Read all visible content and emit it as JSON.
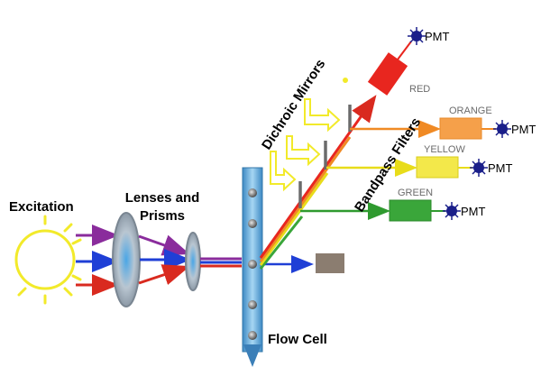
{
  "labels": {
    "excitation": "Excitation",
    "lenses_line1": "Lenses and",
    "lenses_line2": "Prisms",
    "flow_cell": "Flow Cell",
    "dichroic_mirrors": "Dichroic Mirrors",
    "bandpass_filters": "Bandpass Filters"
  },
  "channels": [
    {
      "name": "RED",
      "detector": "PMT",
      "color": "#e8261f"
    },
    {
      "name": "ORANGE",
      "detector": "PMT",
      "color": "#f5a04a"
    },
    {
      "name": "YELLOW",
      "detector": "PMT",
      "color": "#f3e84a"
    },
    {
      "name": "GREEN",
      "detector": "PMT",
      "color": "#3aa63a"
    }
  ],
  "colors": {
    "sun": "#f2ea2a",
    "beam_purple": "#8a2c9c",
    "beam_blue": "#1f3fd6",
    "beam_red": "#d92a1f",
    "flow_cell": "#6ab3e0",
    "pmt": "#1a1f8a",
    "scatter_detector": "#8b7d70",
    "mirror": "#6b6b6b"
  }
}
